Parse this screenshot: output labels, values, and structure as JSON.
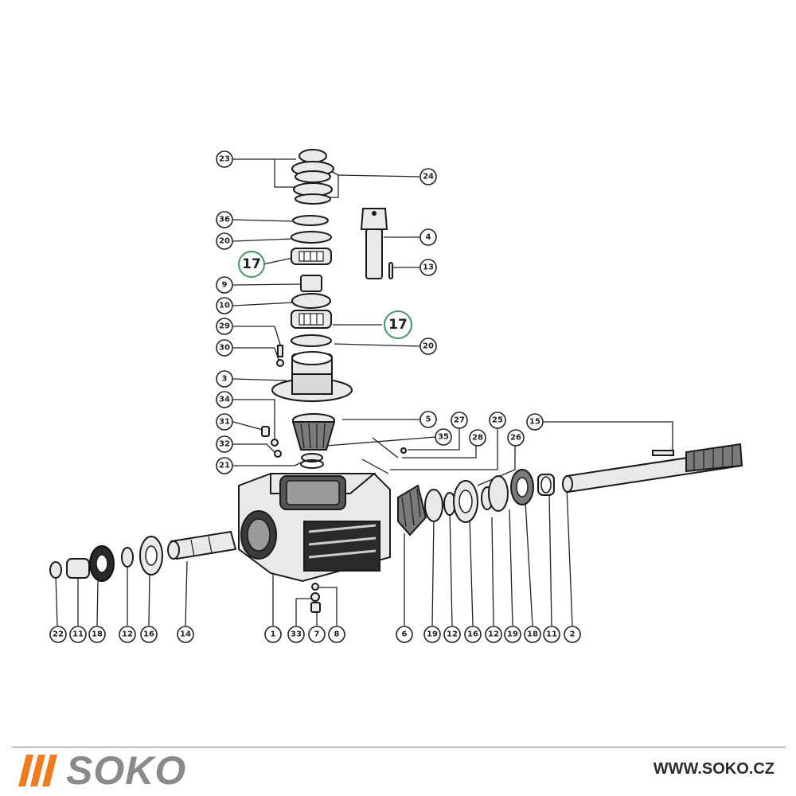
{
  "diagram": {
    "part_labels": [
      "23",
      "24",
      "36",
      "4",
      "20",
      "13",
      "17",
      "9",
      "10",
      "17",
      "29",
      "20",
      "30",
      "3",
      "34",
      "5",
      "27",
      "31",
      "35",
      "28",
      "25",
      "26",
      "15",
      "32",
      "21",
      "22",
      "11",
      "18",
      "12",
      "16",
      "14",
      "1",
      "33",
      "7",
      "8",
      "6",
      "19",
      "12",
      "16",
      "12",
      "19",
      "18",
      "11",
      "2"
    ],
    "highlighted_labels": [
      "17",
      "17"
    ]
  },
  "brand": {
    "logo_text": "SOKO",
    "website": "WWW.SOKO.CZ"
  },
  "colors": {
    "brand_orange": "#f07c1e",
    "logo_gray": "#8a8a8a",
    "highlight_green": "#3f9a5c"
  }
}
